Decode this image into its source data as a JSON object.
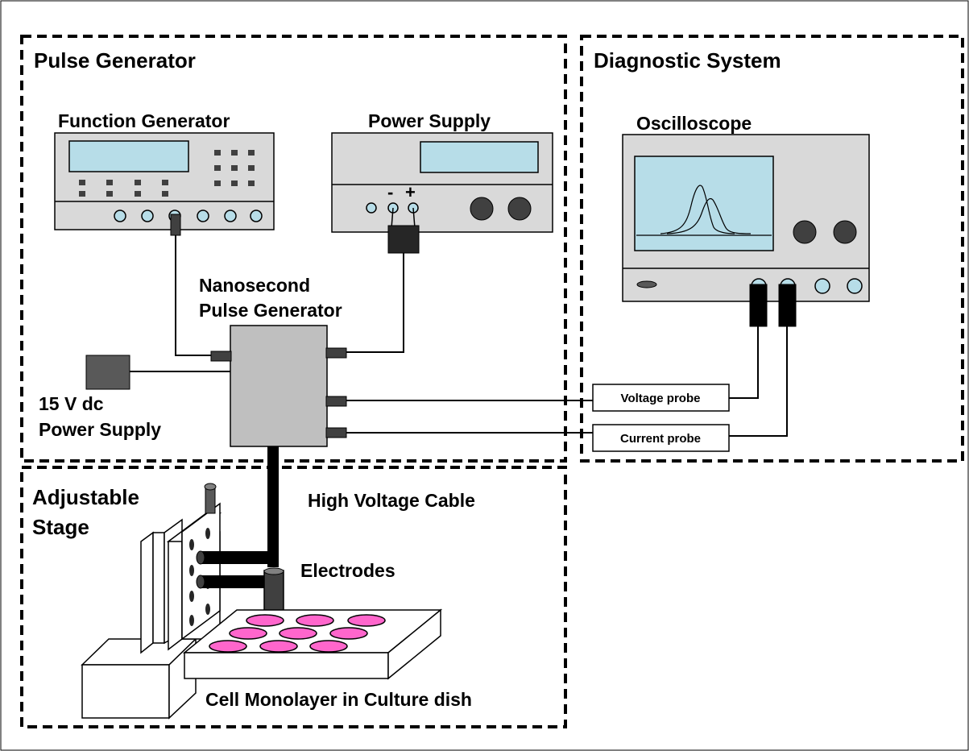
{
  "regions": {
    "pulse_generator": "Pulse Generator",
    "diagnostic_system": "Diagnostic System",
    "adjustable_stage": [
      "Adjustable",
      "Stage"
    ]
  },
  "devices": {
    "function_generator": "Function Generator",
    "power_supply": "Power Supply",
    "oscilloscope": "Oscilloscope",
    "nanosecond_pulse_generator": [
      "Nanosecond",
      "Pulse Generator"
    ],
    "dc_power_supply": [
      "15 V dc",
      "Power Supply"
    ]
  },
  "power_supply_terminals": {
    "minus": "-",
    "plus": "+"
  },
  "probes": {
    "voltage": "Voltage probe",
    "current": "Current probe"
  },
  "labels": {
    "high_voltage_cable": "High Voltage Cable",
    "electrodes": "Electrodes",
    "cell_monolayer": "Cell Monolayer in Culture dish"
  },
  "colors": {
    "device_body": "#d9d9d9",
    "screen": "#b7dde8",
    "pulse_box": "#bfbfbf",
    "connector": "#404040",
    "culture_well": "#ff66cc"
  }
}
